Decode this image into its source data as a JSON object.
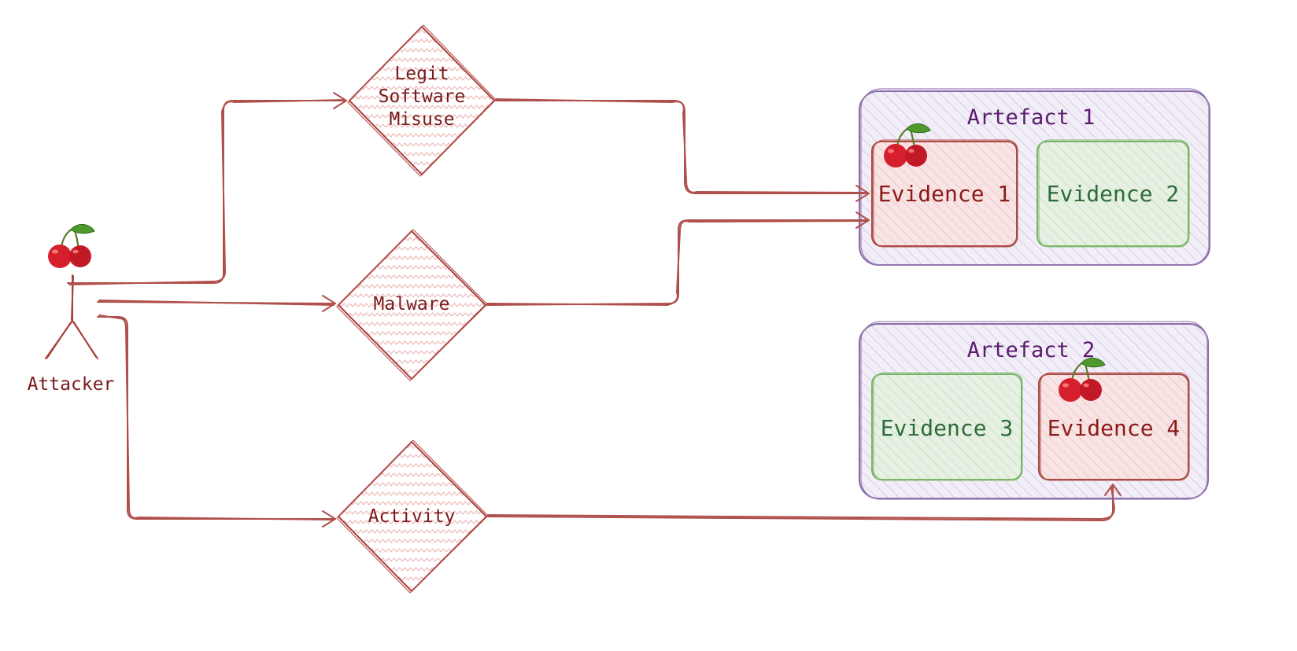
{
  "attacker": {
    "label": "Attacker",
    "icon": "cherry-icon"
  },
  "diamonds": [
    {
      "id": "legit",
      "lines": [
        "Legit",
        "Software",
        "Misuse"
      ]
    },
    {
      "id": "malware",
      "lines": [
        "Malware"
      ]
    },
    {
      "id": "activity",
      "lines": [
        "Activity"
      ]
    }
  ],
  "artefacts": [
    {
      "title": "Artefact 1",
      "evidence": [
        {
          "label": "Evidence 1",
          "status": "compromised",
          "icon": "cherry-icon"
        },
        {
          "label": "Evidence 2",
          "status": "clean"
        }
      ]
    },
    {
      "title": "Artefact 2",
      "evidence": [
        {
          "label": "Evidence 3",
          "status": "clean"
        },
        {
          "label": "Evidence 4",
          "status": "compromised",
          "icon": "cherry-icon"
        }
      ]
    }
  ],
  "colors": {
    "edge": "#b0504c",
    "diamond_stroke": "#a9403c",
    "artefact_stroke": "#8a6aa8",
    "artefact_fill": "#ece6f3",
    "evidence_red_stroke": "#a84840",
    "evidence_red_fill": "#f7dede",
    "evidence_green_stroke": "#7ab36a",
    "evidence_green_fill": "#e3f0df"
  }
}
